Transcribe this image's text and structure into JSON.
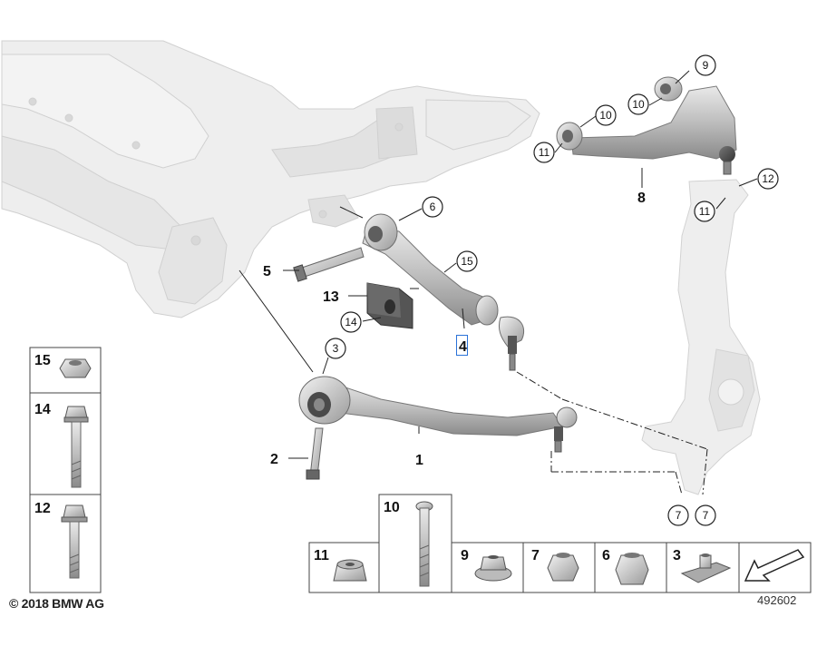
{
  "diagram": {
    "copyright": "© 2018 BMW AG",
    "image_number": "492602",
    "callouts": {
      "c1": "1",
      "c2": "2",
      "c3": "3",
      "c4": "4",
      "c5": "5",
      "c6": "6",
      "c7a": "7",
      "c7b": "7",
      "c8": "8",
      "c9": "9",
      "c10a": "10",
      "c10b": "10",
      "c11a": "11",
      "c11b": "11",
      "c12": "12",
      "c13": "13",
      "c14": "14",
      "c15": "15"
    },
    "parts_table_left": [
      "15",
      "14",
      "12"
    ],
    "parts_table_bottom": [
      "11",
      "10",
      "9",
      "7",
      "6",
      "3"
    ],
    "selected_callout": "4"
  }
}
